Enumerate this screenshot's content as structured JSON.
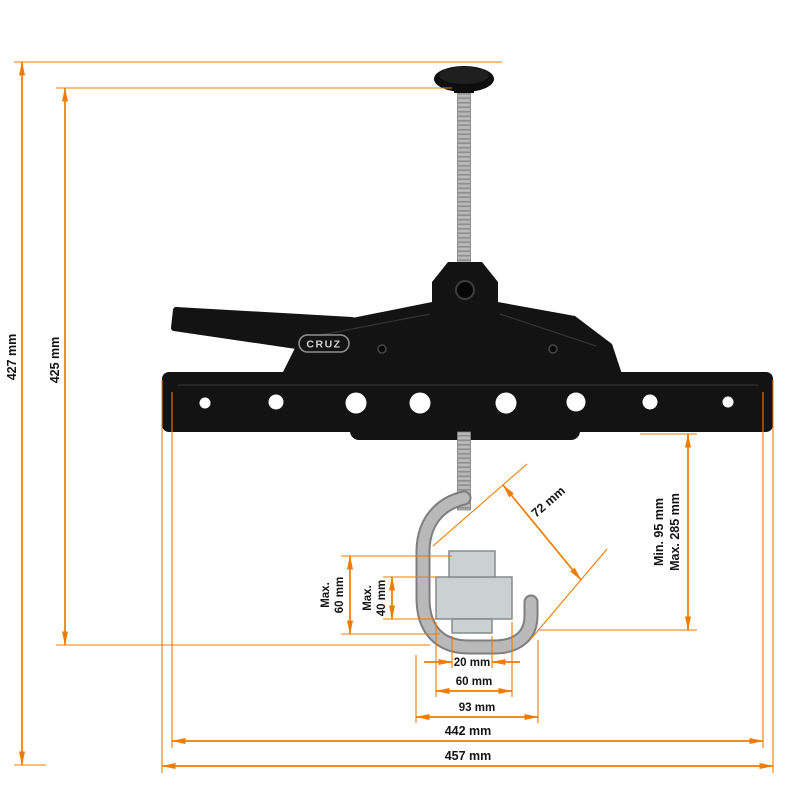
{
  "drawing": {
    "brand": "CRUZ",
    "accent_color": "#ef7c00",
    "body_color": "#131313",
    "steel_color": "#b8b8b8",
    "crossbar_color": "#cbd0d0"
  },
  "dimensions": {
    "overall_height": "427 mm",
    "clamp_height": "425 mm",
    "hook_opening": "72 mm",
    "drop_min": "Min. 95 mm",
    "drop_max": "Max. 285 mm",
    "bar_height_max_label": "Max.",
    "bar_height_max_value": "60 mm",
    "bar_inner_max_label": "Max.",
    "bar_inner_max_value": "40 mm",
    "slot_width": "20 mm",
    "bar_width": "60 mm",
    "hook_width": "93 mm",
    "span_inner": "442 mm",
    "span_outer": "457 mm"
  }
}
